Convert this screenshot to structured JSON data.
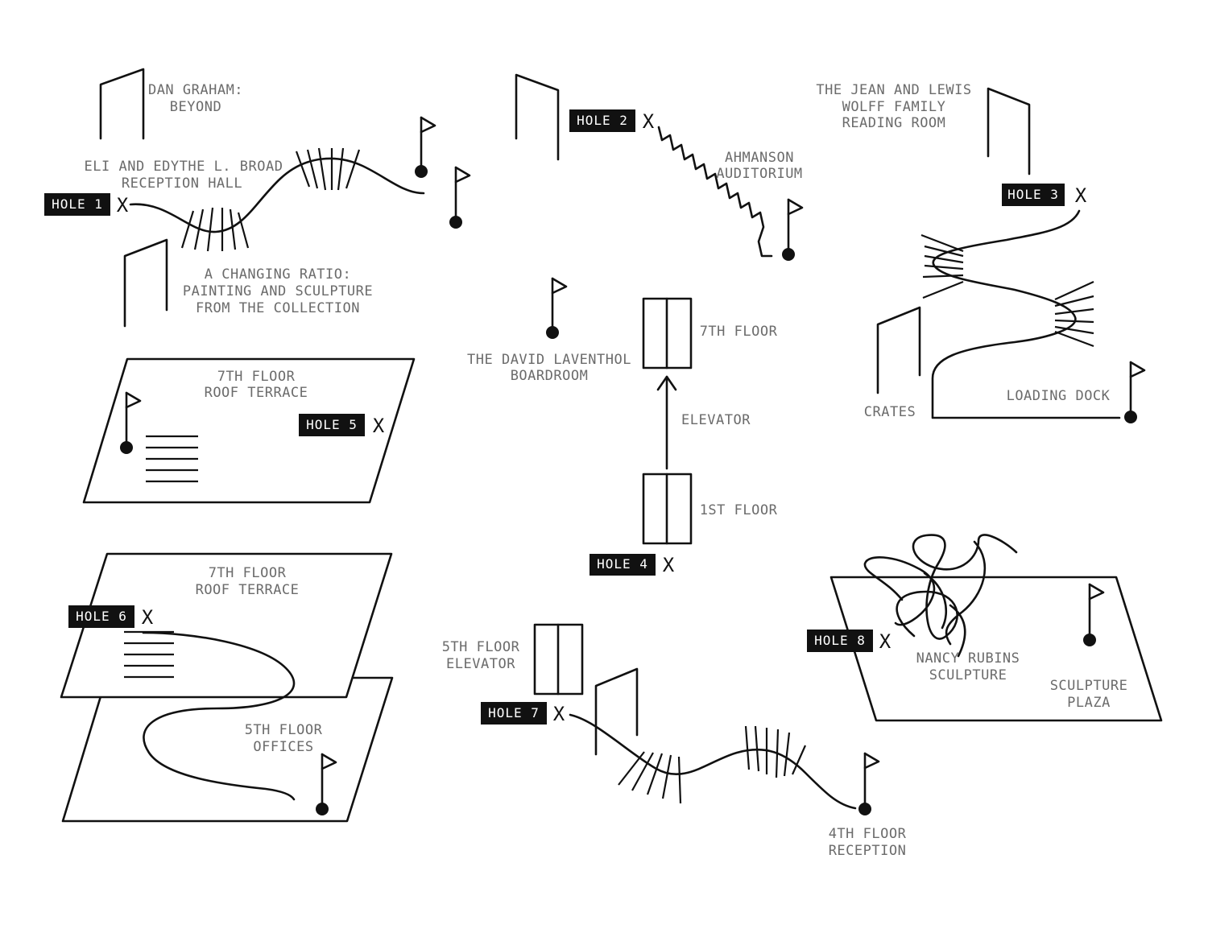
{
  "holes": {
    "h1": "HOLE 1",
    "h2": "HOLE 2",
    "h3": "HOLE 3",
    "h4": "HOLE 4",
    "h5": "HOLE 5",
    "h6": "HOLE 6",
    "h7": "HOLE 7",
    "h8": "HOLE 8"
  },
  "start_mark": "X",
  "labels": {
    "dan_graham": [
      "DAN GRAHAM:",
      "BEYOND"
    ],
    "broad_hall": [
      "ELI AND EDYTHE L. BROAD",
      "RECEPTION HALL"
    ],
    "changing_ratio": [
      "A CHANGING RATIO:",
      "PAINTING AND SCULPTURE",
      "FROM THE COLLECTION"
    ],
    "ahmanson": [
      "AHMANSON",
      "AUDITORIUM"
    ],
    "wolff_room": [
      "THE JEAN AND LEWIS",
      "WOLFF FAMILY",
      "READING ROOM"
    ],
    "laventhol": [
      "THE DAVID LAVENTHOL",
      "BOARDROOM"
    ],
    "floor7": "7TH FLOOR",
    "elevator": "ELEVATOR",
    "floor1": "1ST FLOOR",
    "crates": "CRATES",
    "loading_dock": "LOADING DOCK",
    "roof_terrace_a": [
      "7TH FLOOR",
      "ROOF TERRACE"
    ],
    "roof_terrace_b": [
      "7TH FLOOR",
      "ROOF TERRACE"
    ],
    "offices5": [
      "5TH FLOOR",
      "OFFICES"
    ],
    "elevator5": [
      "5TH FLOOR",
      "ELEVATOR"
    ],
    "reception4": [
      "4TH FLOOR",
      "RECEPTION"
    ],
    "rubins": [
      "NANCY RUBINS",
      "SCULPTURE"
    ],
    "plaza": [
      "SCULPTURE",
      "PLAZA"
    ]
  }
}
